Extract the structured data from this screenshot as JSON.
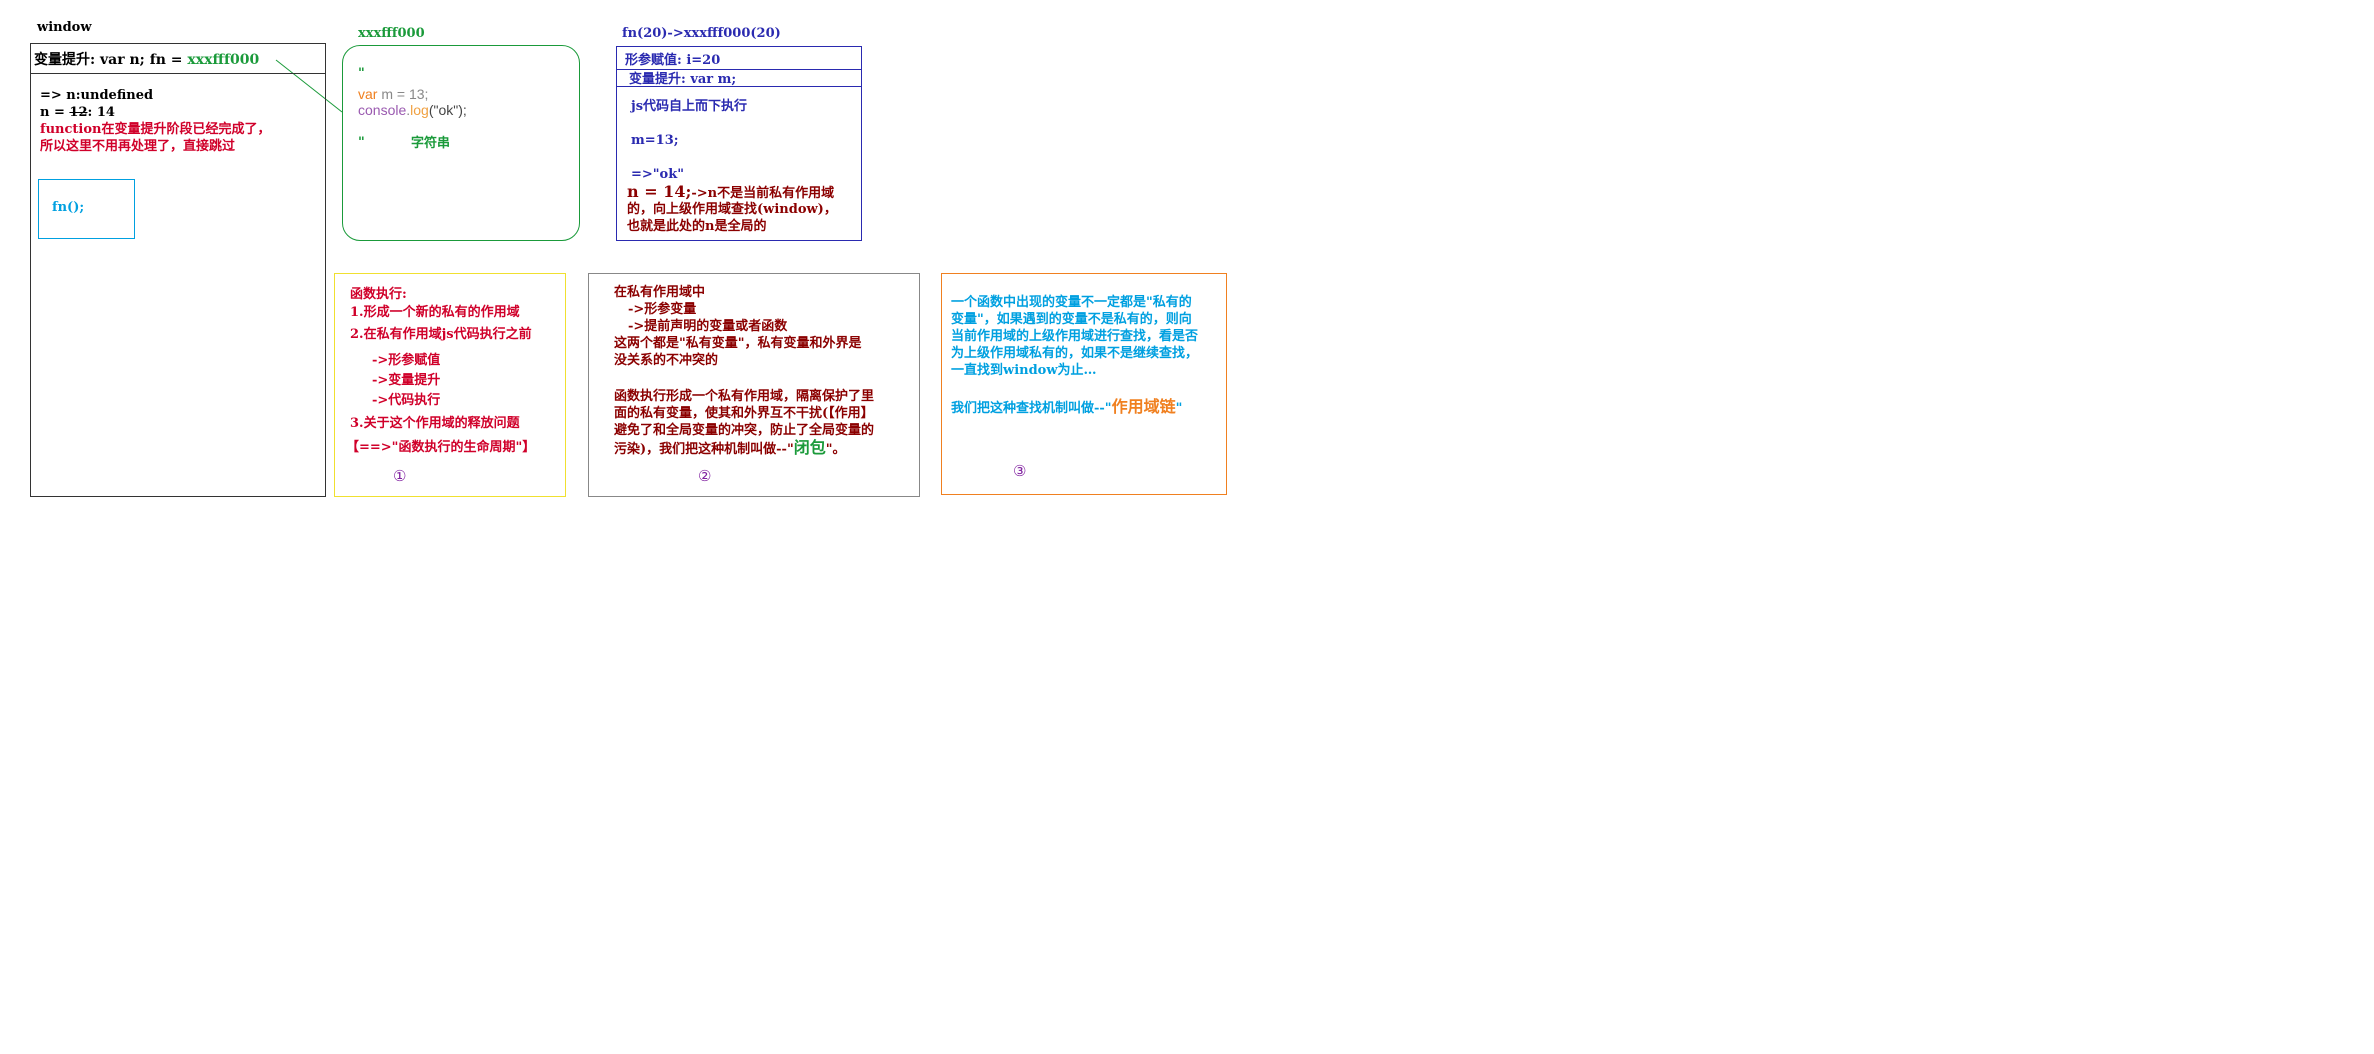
{
  "colors": {
    "black": "#000000",
    "green": "#1a9a3a",
    "blue": "#2a2ab0",
    "red": "#d0002a",
    "darkred": "#8b0000",
    "cyan": "#00a0e0",
    "orange": "#f08020",
    "purple": "#8020a0",
    "yellow_border": "#f0e030"
  },
  "window": {
    "title": "window",
    "hoist_prefix": "变量提升: var n; fn = ",
    "hoist_ref": "xxxfff000",
    "line1": "=> n:undefined",
    "line2_prefix": "n = ",
    "line2_struck": "12",
    "line2_value": ": 14",
    "note1": "function在变量提升阶段已经完成了，",
    "note2": "所以这里不用再处理了，直接跳过",
    "call": "fn();"
  },
  "heap": {
    "title": "xxxfff000",
    "quote_open": "\"",
    "code_var": "var",
    "code_m": " m = 13;",
    "code_console": "console",
    "code_dot": ".",
    "code_log": "log",
    "code_args": "(\"ok\");",
    "quote_close": "\"",
    "string_label": "字符串"
  },
  "fnexec": {
    "title": "fn(20)->xxxfff000(20)",
    "row1": "形参赋值: i=20",
    "row2": "变量提升: var m;",
    "line1": "js代码自上而下执行",
    "line2": "m=13;",
    "line3": "=>\"ok\"",
    "line4_big": "n = 14;",
    "line4_rest": "->n不是当前私有作用域",
    "line5": "的，向上级作用域查找(window)，",
    "line6": "也就是此处的n是全局的"
  },
  "box1": {
    "l1": "函数执行:",
    "l2": "1.形成一个新的私有的作用域",
    "l3": "2.在私有作用域js代码执行之前",
    "l4": "->形参赋值",
    "l5": "->变量提升",
    "l6": "->代码执行",
    "l7": "3.关于这个作用域的释放问题",
    "l8": "【==>\"函数执行的生命周期\"】",
    "marker": "①"
  },
  "box2": {
    "l1": "在私有作用域中",
    "l2": "->形参变量",
    "l3": "->提前声明的变量或者函数",
    "l4": "这两个都是\"私有变量\"，私有变量和外界是",
    "l5": "没关系的不冲突的",
    "p1": "函数执行形成一个私有作用域，隔离保护了里",
    "p2": "面的私有变量，使其和外界互不干扰(【作用】",
    "p3": "避免了和全局变量的冲突，防止了全局变量的",
    "p4_prefix": "污染)，我们把这种机制叫做--\"",
    "p4_key": "闭包",
    "p4_suffix": "\"。",
    "marker": "②"
  },
  "box3": {
    "l1": "一个函数中出现的变量不一定都是\"私有的",
    "l2": "变量\"，如果遇到的变量不是私有的，则向",
    "l3": "当前作用域的上级作用域进行查找，看是否",
    "l4": "为上级作用域私有的，如果不是继续查找，",
    "l5": "一直找到window为止…",
    "l6_prefix": "我们把这种查找机制叫做--\"",
    "l6_key": "作用域链",
    "l6_suffix": "\"",
    "marker": "③"
  }
}
